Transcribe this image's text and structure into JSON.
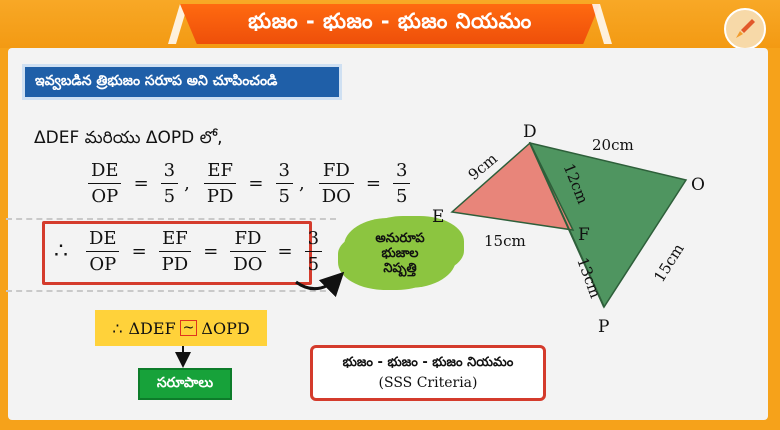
{
  "header": {
    "title": "భుజం - భుజం - భుజం నియమం"
  },
  "question": {
    "text": "ఇవ్వబడిన త్రిభుజం సరూప అని చూపించండి"
  },
  "intro": {
    "text": "ΔDEF మరియు  ΔOPD లో,"
  },
  "ratios": [
    {
      "num": "DE",
      "den": "OP",
      "eq": "=",
      "vnum": "3",
      "vden": "5"
    },
    {
      "num": "EF",
      "den": "PD",
      "eq": "=",
      "vnum": "3",
      "vden": "5"
    },
    {
      "num": "FD",
      "den": "DO",
      "eq": "=",
      "vnum": "3",
      "vden": "5"
    }
  ],
  "conclusion": {
    "symbol": "∴",
    "fracs": [
      {
        "num": "DE",
        "den": "OP"
      },
      {
        "num": "EF",
        "den": "PD"
      },
      {
        "num": "FD",
        "den": "DO"
      },
      {
        "num": "3",
        "den": "5"
      }
    ]
  },
  "cloud": {
    "line1": "అనురూప",
    "line2": "భుజాల",
    "line3": "నిష్పత్తి"
  },
  "similarity": {
    "symbol": "∴",
    "left": "ΔDEF",
    "sim": "~",
    "right": "ΔOPD"
  },
  "result": {
    "label": "సరూపాలు"
  },
  "rule": {
    "line1": "భుజం - భుజం - భుజం నియమం",
    "line2": "(SSS Criteria)"
  },
  "figure": {
    "vertices": {
      "D": "D",
      "E": "E",
      "F": "F",
      "O": "O",
      "P": "P"
    },
    "lengths": {
      "DE": "9cm",
      "EF": "15cm",
      "DF": "12cm",
      "DO": "20cm",
      "FP": "13cm",
      "OP": "15cm"
    }
  },
  "colors": {
    "orange": "#f6a21a",
    "ribbon": "#ee4f0a",
    "blue": "#1f5fa8",
    "red": "#d43b2c",
    "green": "#17a23a",
    "salmon": "#e8857a",
    "darkgreen": "#4f9560",
    "yellow": "#ffd23a"
  }
}
